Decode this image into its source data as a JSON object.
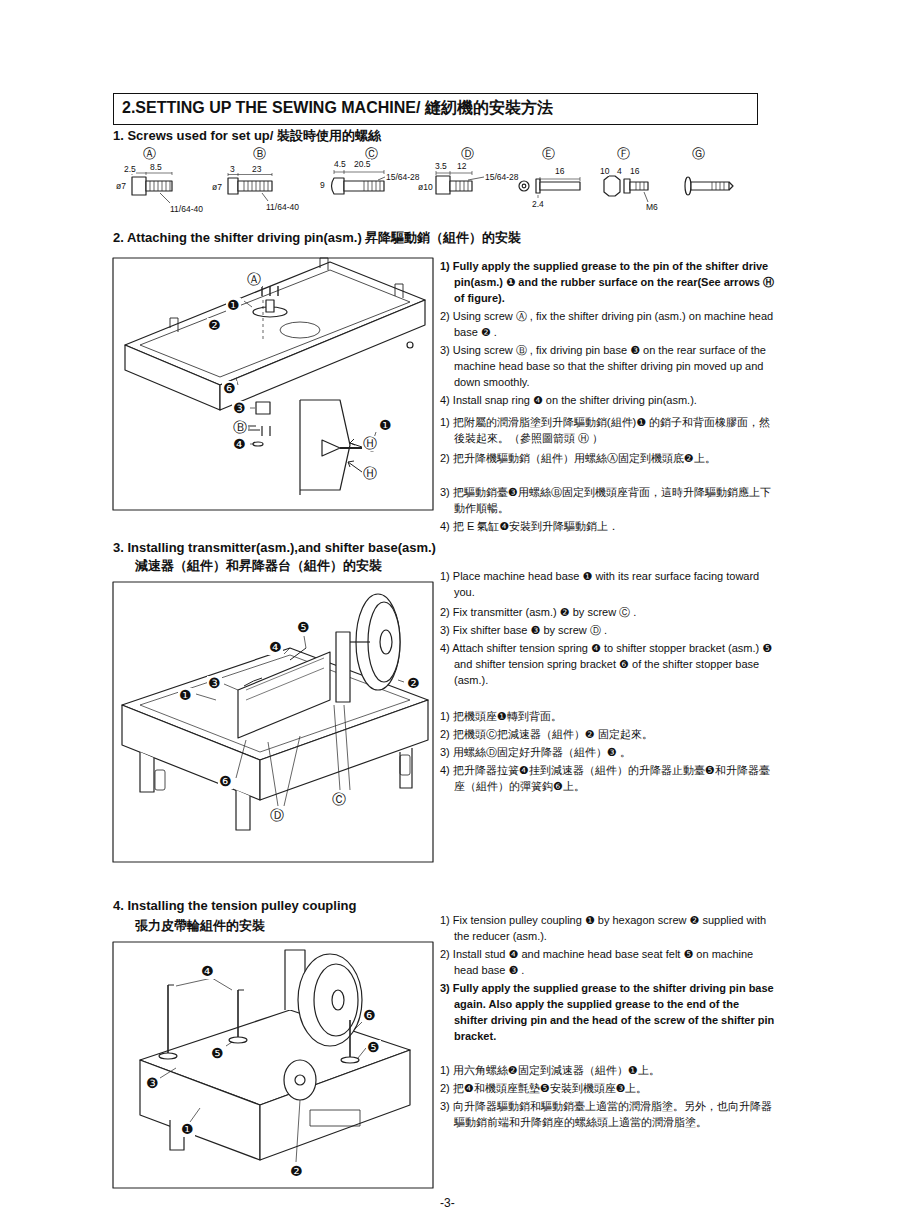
{
  "diagram": {
    "nodes": [
      {
        "text": [
          "2.SETTING UP THE SEWING MACHINE/ 縫紉機的安裝方法"
        ]
      }
    ],
    "labels": [
      "1. Screws used for set up/ 裝設時使用的螺絲",
      "Ⓐ",
      "2.5",
      "8.5",
      "ø7",
      "11/64-40",
      "Ⓑ",
      "3",
      "23",
      "ø7",
      "11/64-40",
      "Ⓒ",
      "4.5",
      "20.5",
      "9",
      "15/64-28",
      "Ⓓ",
      "3.5",
      "12",
      "15/64-28",
      "ø10",
      "Ⓔ",
      "16",
      "2.4",
      "Ⓕ",
      "10",
      "4",
      "16",
      "M6",
      "Ⓖ",
      "2. Attaching the shifter driving pin(asm.)  昇降驅動銷（組件）的安裝",
      "Ⓐ",
      "❶",
      "❷",
      "❻",
      "❸",
      "Ⓑ",
      "❹",
      "❶",
      "Ⓗ",
      "Ⓗ",
      "1) Fully apply the supplied grease to the pin of the shifter drive pin(asm.) ❶ and the rubber surface on the rear(See arrows Ⓗ of figure).",
      "2) Using screw Ⓐ , fix the shifter driving pin (asm.) on machine head base ❷ .",
      "3) Using screw Ⓑ , fix driving pin base ❸ on the rear surface of the machine head base so that the shifter driving pin moved up and down smoothly.",
      "4) Install snap ring ❹ on the shifter driving pin(asm.).",
      "1) 把附屬的潤滑脂塗到升降驅動銷(組件)❶ 的銷子和背面橡膠面，然後裝起來。（參照圖箭頭 Ⓗ ）",
      "2) 把升降機驅動銷（組件）用螺絲Ⓐ固定到機頭底❷上。",
      "3) 把驅動銷臺❸用螺絲Ⓑ固定到機頭座背面，這時升降驅動銷應上下動作順暢。",
      "4) 把 E 氣缸❹安裝到升降驅動銷上．",
      "3. Installing transmitter(asm.),and shifter base(asm.)",
      "減速器（組件）和昇降器台（組件）的安裝",
      "❺",
      "❹",
      "❸",
      "❷",
      "❶",
      "❻",
      "Ⓒ",
      "Ⓓ",
      "1) Place machine head base ❶ with its rear surface facing toward you.",
      "2) Fix transmitter (asm.) ❷ by screw Ⓒ .",
      "3) Fix shifter base ❸ by screw Ⓓ .",
      "4) Attach shifter tension spring ❹ to shifter stopper bracket (asm.) ❺ and shifter tension spring bracket ❻ of the shifter stopper base (asm.).",
      "1) 把機頭座❶轉到背面。",
      "2) 把機頭Ⓒ把減速器（組件）❷ 固定起來。",
      "3) 用螺絲Ⓓ固定好升降器（組件）❸ 。",
      "4) 把升降器拉簧❹挂到減速器（組件）的升降器止動臺❺和升降器臺座（組件）的彈簧鈎❻上。",
      "4. Installing the tension pulley coupling",
      "張力皮帶輪組件的安裝",
      "❹",
      "❻",
      "❺",
      "❺",
      "❸",
      "❶",
      "❷",
      "1) Fix tension pulley coupling ❶ by hexagon screw ❷ supplied with the reducer (asm.).",
      "2) Install stud ❹ and machine head base seat felt ❺ on machine head base ❸ .",
      "3) Fully apply the supplied grease to the shifter driving pin base again. Also apply the supplied grease to the end of the shifter driving pin and the head of the screw of the shifter pin bracket.",
      "1) 用六角螺絲❷固定到減速器（組件）❶上。",
      "2) 把❹和機頭座氈墊❺安裝到機頭座❸上。",
      "3) 向升降器驅動銷和驅動銷臺上適當的潤滑脂塗。另外，也向升降器驅動銷前端和升降銷座的螺絲頭上適當的潤滑脂塗。",
      "-3-"
    ]
  }
}
